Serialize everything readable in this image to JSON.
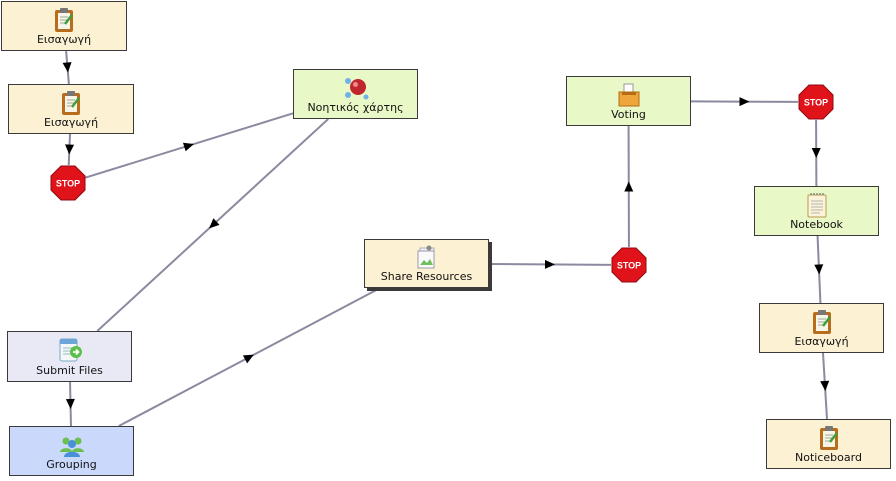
{
  "diagram": {
    "nodes": [
      {
        "id": "intro1",
        "label": "Εισαγωγή",
        "icon": "clipboard-icon",
        "color": "#fdf1d3"
      },
      {
        "id": "intro2",
        "label": "Εισαγωγή",
        "icon": "clipboard-icon",
        "color": "#fdf1d3"
      },
      {
        "id": "mindmap",
        "label": "Νοητικός χάρτης",
        "icon": "mindmap-bubbles-icon",
        "color": "#e9f8c7"
      },
      {
        "id": "submit",
        "label": "Submit Files",
        "icon": "submit-files-icon",
        "color": "#e9e9f6"
      },
      {
        "id": "grouping",
        "label": "Grouping",
        "icon": "group-people-icon",
        "color": "#cad9fb"
      },
      {
        "id": "share",
        "label": "Share Resources",
        "icon": "share-resources-icon",
        "color": "#fdf1d3"
      },
      {
        "id": "voting",
        "label": "Voting",
        "icon": "ballot-box-icon",
        "color": "#e9f8c7"
      },
      {
        "id": "notebook",
        "label": "Notebook",
        "icon": "notebook-icon",
        "color": "#e9f8c7"
      },
      {
        "id": "intro3",
        "label": "Εισαγωγή",
        "icon": "clipboard-icon",
        "color": "#fdf1d3"
      },
      {
        "id": "noticeboard",
        "label": "Noticeboard",
        "icon": "clipboard-icon",
        "color": "#fdf1d3"
      }
    ],
    "stops": [
      {
        "id": "stop1",
        "label": "STOP"
      },
      {
        "id": "stop2",
        "label": "STOP"
      },
      {
        "id": "stop3",
        "label": "STOP"
      }
    ],
    "edges": [
      {
        "from": "intro1",
        "to": "intro2"
      },
      {
        "from": "intro2",
        "to": "stop1"
      },
      {
        "from": "stop1",
        "to": "mindmap"
      },
      {
        "from": "mindmap",
        "to": "submit"
      },
      {
        "from": "submit",
        "to": "grouping"
      },
      {
        "from": "grouping",
        "to": "share"
      },
      {
        "from": "share",
        "to": "stop2"
      },
      {
        "from": "stop2",
        "to": "voting"
      },
      {
        "from": "voting",
        "to": "stop3"
      },
      {
        "from": "stop3",
        "to": "notebook"
      },
      {
        "from": "notebook",
        "to": "intro3"
      },
      {
        "from": "intro3",
        "to": "noticeboard"
      }
    ],
    "colors": {
      "edge": "#8a8aa0",
      "arrow": "#000000",
      "stop_fill": "#e0121a",
      "border": "#3a3a3a"
    }
  }
}
